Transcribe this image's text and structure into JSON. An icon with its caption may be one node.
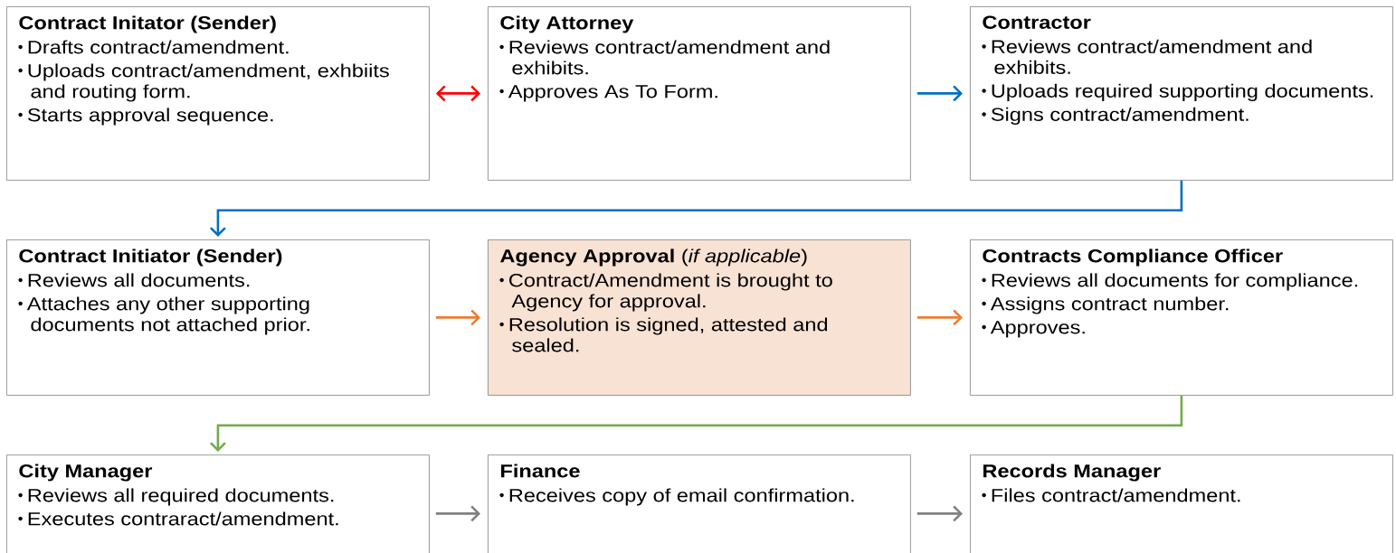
{
  "diagram": {
    "nodes": [
      {
        "text": [
          "Contract Initator (Sender)",
          "Drafts contract/amendment.",
          "Uploads contract/amendment, exhbiits and routing form.",
          "Starts approval sequence."
        ]
      },
      {
        "text": [
          "City Attorney",
          "Reviews contract/amendment and exhibits.",
          "Approves As To Form."
        ]
      },
      {
        "text": [
          "Contractor",
          "Reviews contract/amendment and exhibits.",
          "Uploads required supporting documents.",
          "Signs contract/amendment."
        ]
      },
      {
        "text": [
          "Contract Initiator (Sender)",
          "Reviews all documents.",
          "Attaches any other supporting documents not attached prior."
        ]
      },
      {
        "text": [
          "**Agency Approval** (*if applicable*)",
          "Contract/Amendment is brought to Agency for approval.",
          "Resolution is signed, attested and sealed."
        ]
      },
      {
        "text": [
          "Contracts Compliance Officer",
          "Reviews all documents for compliance.",
          "Assigns contract number.",
          "Approves."
        ]
      },
      {
        "text": [
          "City Manager",
          "Reviews all required documents.",
          "Executes contraract/amendment."
        ]
      },
      {
        "text": [
          "Finance",
          "Receives copy of email confirmation."
        ]
      },
      {
        "text": [
          "Records Manager",
          "Files contract/amendment."
        ]
      }
    ],
    "edges": [
      {
        "from": 0,
        "to": 1,
        "arrow": "both",
        "color": "#ff0000"
      },
      {
        "from": 1,
        "to": 2,
        "arrow": "to",
        "color": "#0070c0"
      },
      {
        "from": 2,
        "to": 3,
        "arrow": "to",
        "color": "#0070c0"
      },
      {
        "from": 3,
        "to": 4,
        "arrow": "to",
        "color": "#ed7d31"
      },
      {
        "from": 4,
        "to": 5,
        "arrow": "to",
        "color": "#ed7d31"
      },
      {
        "from": 5,
        "to": 6,
        "arrow": "to",
        "color": "#70ad47"
      },
      {
        "from": 6,
        "to": 7,
        "arrow": "to",
        "color": "#808080"
      },
      {
        "from": 7,
        "to": 8,
        "arrow": "to",
        "color": "#808080"
      }
    ]
  }
}
